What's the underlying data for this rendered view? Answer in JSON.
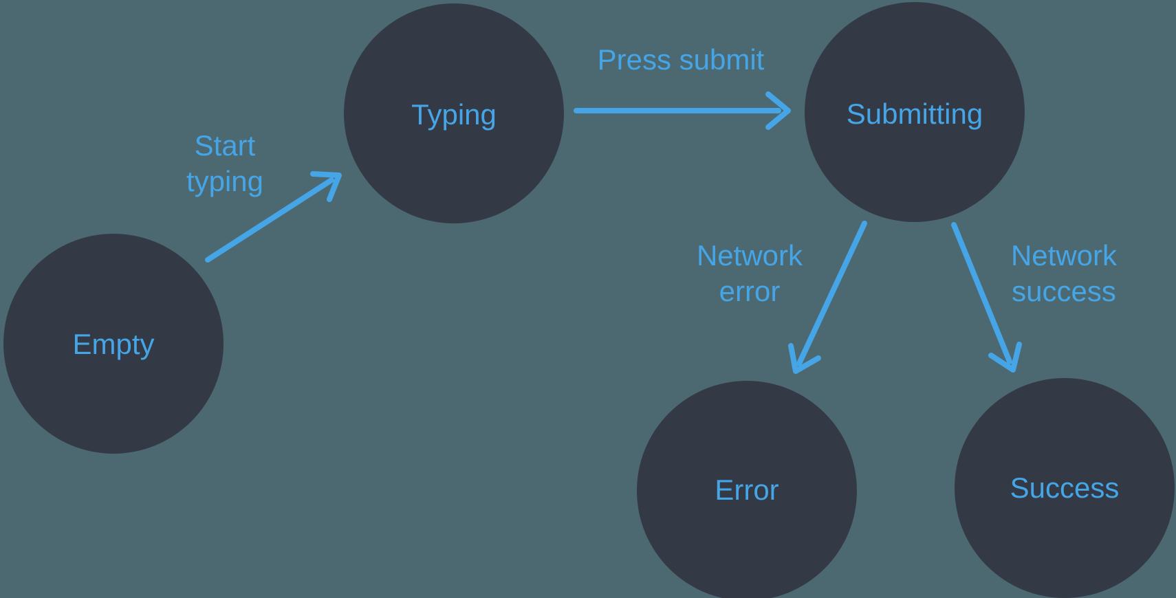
{
  "diagram_type": "state-machine",
  "colors": {
    "background": "#4C6972",
    "node_fill": "#333A46",
    "accent": "#45A5E6"
  },
  "nodes": {
    "empty": {
      "label": "Empty"
    },
    "typing": {
      "label": "Typing"
    },
    "submitting": {
      "label": "Submitting"
    },
    "error": {
      "label": "Error"
    },
    "success": {
      "label": "Success"
    }
  },
  "edges": {
    "start_typing": {
      "from": "Empty",
      "to": "Typing",
      "line1": "Start",
      "line2": "typing"
    },
    "press_submit": {
      "from": "Typing",
      "to": "Submitting",
      "line1": "Press submit",
      "line2": ""
    },
    "network_error": {
      "from": "Submitting",
      "to": "Error",
      "line1": "Network",
      "line2": "error"
    },
    "network_success": {
      "from": "Submitting",
      "to": "Success",
      "line1": "Network",
      "line2": "success"
    }
  }
}
